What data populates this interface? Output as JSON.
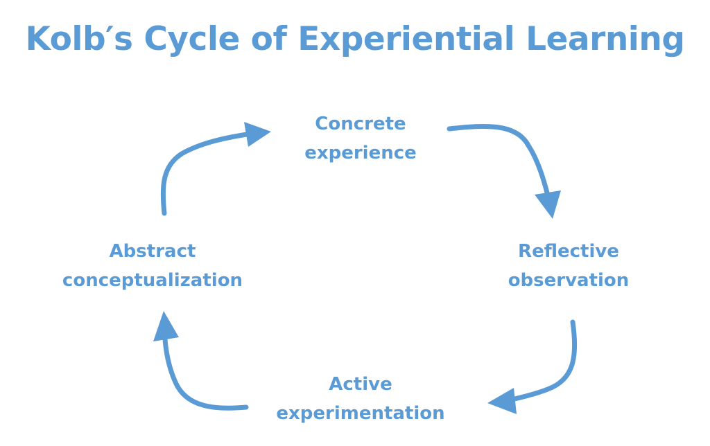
{
  "diagram": {
    "title": "Kolb′s Cycle of Experiential Learning",
    "stages": [
      {
        "line1": "Concrete",
        "line2": "experience"
      },
      {
        "line1": "Reflective",
        "line2": "observation"
      },
      {
        "line1": "Active",
        "line2": "experimentation"
      },
      {
        "line1": "Abstract",
        "line2": "conceptualization"
      }
    ],
    "accent_color": "#5b9bd5",
    "flow": "clockwise"
  }
}
